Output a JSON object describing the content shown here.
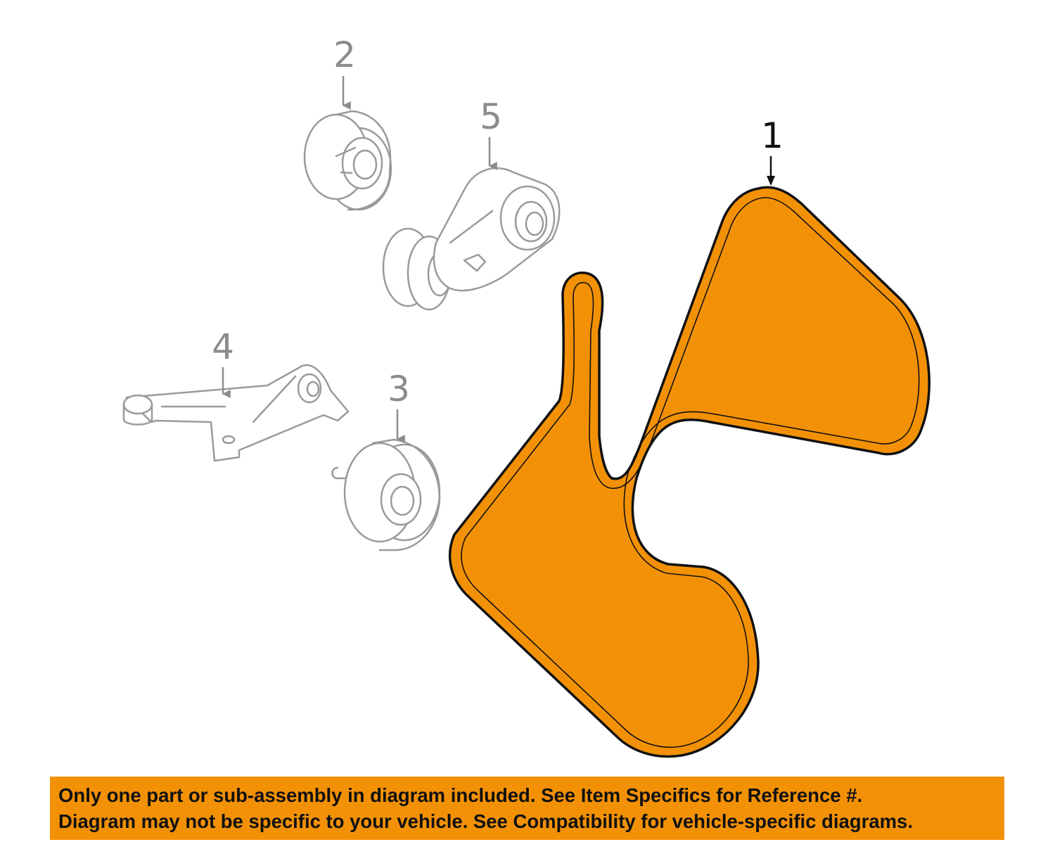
{
  "diagram": {
    "callouts": [
      {
        "id": "1",
        "label": "1"
      },
      {
        "id": "2",
        "label": "2"
      },
      {
        "id": "3",
        "label": "3"
      },
      {
        "id": "4",
        "label": "4"
      },
      {
        "id": "5",
        "label": "5"
      }
    ],
    "colors": {
      "belt_fill": "#f39106",
      "belt_outline": "#111111",
      "part_line": "#9a9a9a",
      "banner": "#f39106"
    }
  },
  "banner": {
    "line1": "Only one part or sub-assembly in diagram included. See Item Specifics for Reference #.",
    "line2": "Diagram may not be specific to your vehicle. See Compatibility for vehicle-specific diagrams."
  }
}
